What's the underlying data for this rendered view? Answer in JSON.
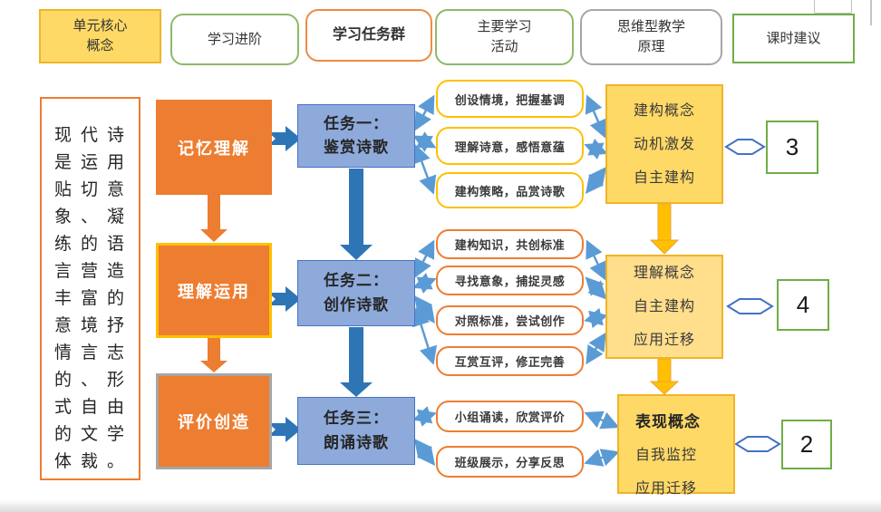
{
  "colors": {
    "orange": "#ED7D31",
    "orangeSoft": "#EE8B44",
    "gold": "#FFC000",
    "goldFill": "#FFD966",
    "goldFillLight": "#FFDE8C",
    "goldBorder": "#F0B428",
    "green": "#70AD47",
    "greenSoft": "#8DB968",
    "gray": "#A6A6A6",
    "blueFill": "#8EAADB",
    "blueBorder": "#4472C4",
    "blueMid": "#5B9BD5",
    "blueDark": "#2E75B6"
  },
  "headers": {
    "unit_core_concept": "单元核心\n概念",
    "learning_progression": "学习进阶",
    "learning_task_group": "学习任务群",
    "main_learning_activities": "主要学习\n活动",
    "thinking_teaching_principles": "思维型教学\n原理",
    "lesson_hours_suggestion": "课时建议"
  },
  "concept": {
    "text": "现代诗是运用贴切意象、凝练的语言营造丰富的意境抒情言志的、形式自由的文学体裁。"
  },
  "progression": [
    "记忆理解",
    "理解运用",
    "评价创造"
  ],
  "tasks": [
    "任务一：\n鉴赏诗歌",
    "任务二：\n创作诗歌",
    "任务三：\n朗诵诗歌"
  ],
  "activities": {
    "task1": [
      "创设情境，把握基调",
      "理解诗意，感悟意蕴",
      "建构策略，品赏诗歌"
    ],
    "task2": [
      "建构知识，共创标准",
      "寻找意象，捕捉灵感",
      "对照标准，尝试创作",
      "互赏互评，修正完善"
    ],
    "task3": [
      "小组诵读，欣赏评价",
      "班级展示，分享反思"
    ]
  },
  "principles": [
    {
      "line1": "建构概念",
      "line2": "动机激发",
      "line3": "自主建构"
    },
    {
      "line1": "理解概念",
      "line2": "自主建构",
      "line3": "应用迁移"
    },
    {
      "line1": "表现概念",
      "line2": "自我监控",
      "line3": "应用迁移"
    }
  ],
  "hours": [
    "3",
    "4",
    "2"
  ]
}
